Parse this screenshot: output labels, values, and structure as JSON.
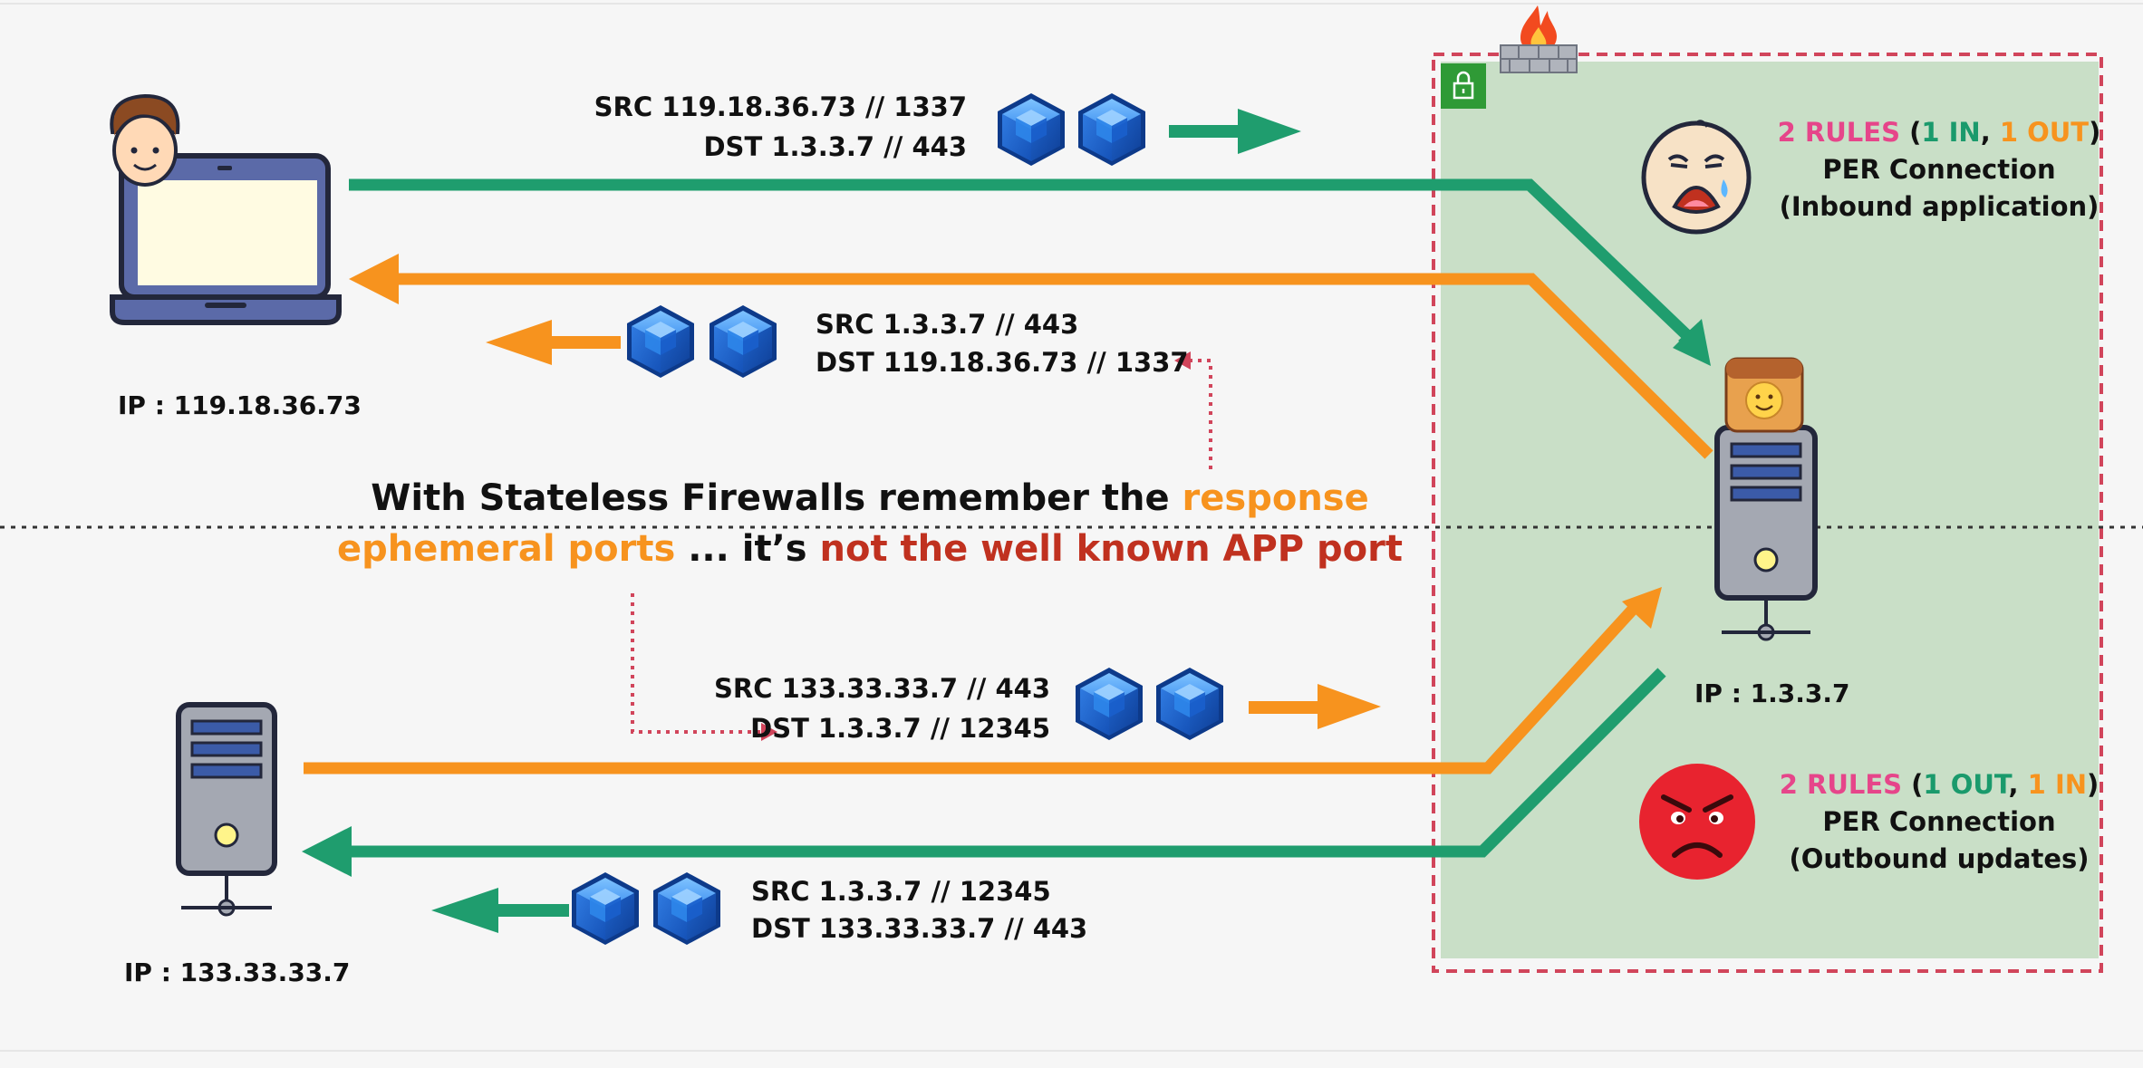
{
  "colors": {
    "accent_green": "#1f9d6e",
    "accent_orange": "#f7931e",
    "accent_pink": "#e6458a",
    "accent_red": "#c0311f",
    "zone_fill": "#c9dfc7",
    "zone_border": "#d1455b",
    "packet_blue": "#1d6fd6"
  },
  "icons": {
    "client": "user-laptop-icon",
    "app_server": "app-server-icon",
    "update_server": "update-server-icon",
    "firewall": "firewall-icon",
    "lock": "lock-icon",
    "packet": "packet-cube-icon",
    "crying_face": "crying-face-emoji",
    "angry_face": "angry-face-emoji",
    "app_badge": "app-badge-icon"
  },
  "client": {
    "ip_label": "IP : 119.18.36.73"
  },
  "app_server": {
    "ip_label": "IP : 1.3.3.7"
  },
  "update_server": {
    "ip_label": "IP : 133.33.33.7"
  },
  "packets": {
    "p1": {
      "src": "SRC 119.18.36.73 // 1337",
      "dst": "DST 1.3.3.7 // 443"
    },
    "p2": {
      "src": "SRC 1.3.3.7 // 443",
      "dst": "DST 119.18.36.73 // 1337"
    },
    "p3": {
      "src": "SRC 133.33.33.7 // 443",
      "dst": "DST 1.3.3.7 // 12345"
    },
    "p4": {
      "src": "SRC 1.3.3.7 // 12345",
      "dst": "DST 133.33.33.7 // 443"
    }
  },
  "rules_inbound": {
    "count": "2 RULES",
    "open": " (",
    "in": "1 IN",
    "sep": ", ",
    "out": "1 OUT",
    "close": ")",
    "line2": "PER Connection",
    "line3": "(Inbound application)"
  },
  "rules_outbound": {
    "count": "2 RULES",
    "open": " (",
    "out": "1 OUT",
    "sep": ", ",
    "in": "1 IN",
    "close": ")",
    "line2": "PER Connection",
    "line3": "(Outbound updates)"
  },
  "note": {
    "part1": "With Stateless Firewalls remember the ",
    "part2": "response",
    "part3": "ephemeral ports",
    "part4": " ... it’s ",
    "part5": "not the well known APP port"
  }
}
